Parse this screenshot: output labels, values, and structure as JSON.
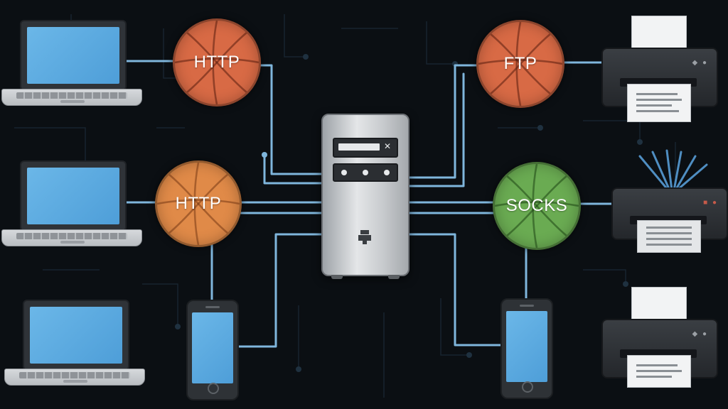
{
  "protocols": [
    {
      "id": "http-top",
      "label": "HTTP",
      "color": "#d86a45"
    },
    {
      "id": "http-mid",
      "label": "HTTP",
      "color": "#e08a48"
    },
    {
      "id": "ftp",
      "label": "FTP",
      "color": "#d86a45"
    },
    {
      "id": "socks",
      "label": "SOCKS",
      "color": "#6aab52"
    }
  ],
  "devices": {
    "laptops": [
      "laptop",
      "laptop",
      "laptop"
    ],
    "phones": [
      "smartphone",
      "smartphone"
    ],
    "printers": [
      "printer",
      "printer",
      "printer"
    ],
    "center": "proxy-server"
  },
  "colors": {
    "background": "#0b0f13",
    "wire": "#7fb6dc",
    "screen": "#5aa8e0"
  },
  "icons": {
    "server_logo": "box-icon",
    "server_close": "close-icon"
  }
}
